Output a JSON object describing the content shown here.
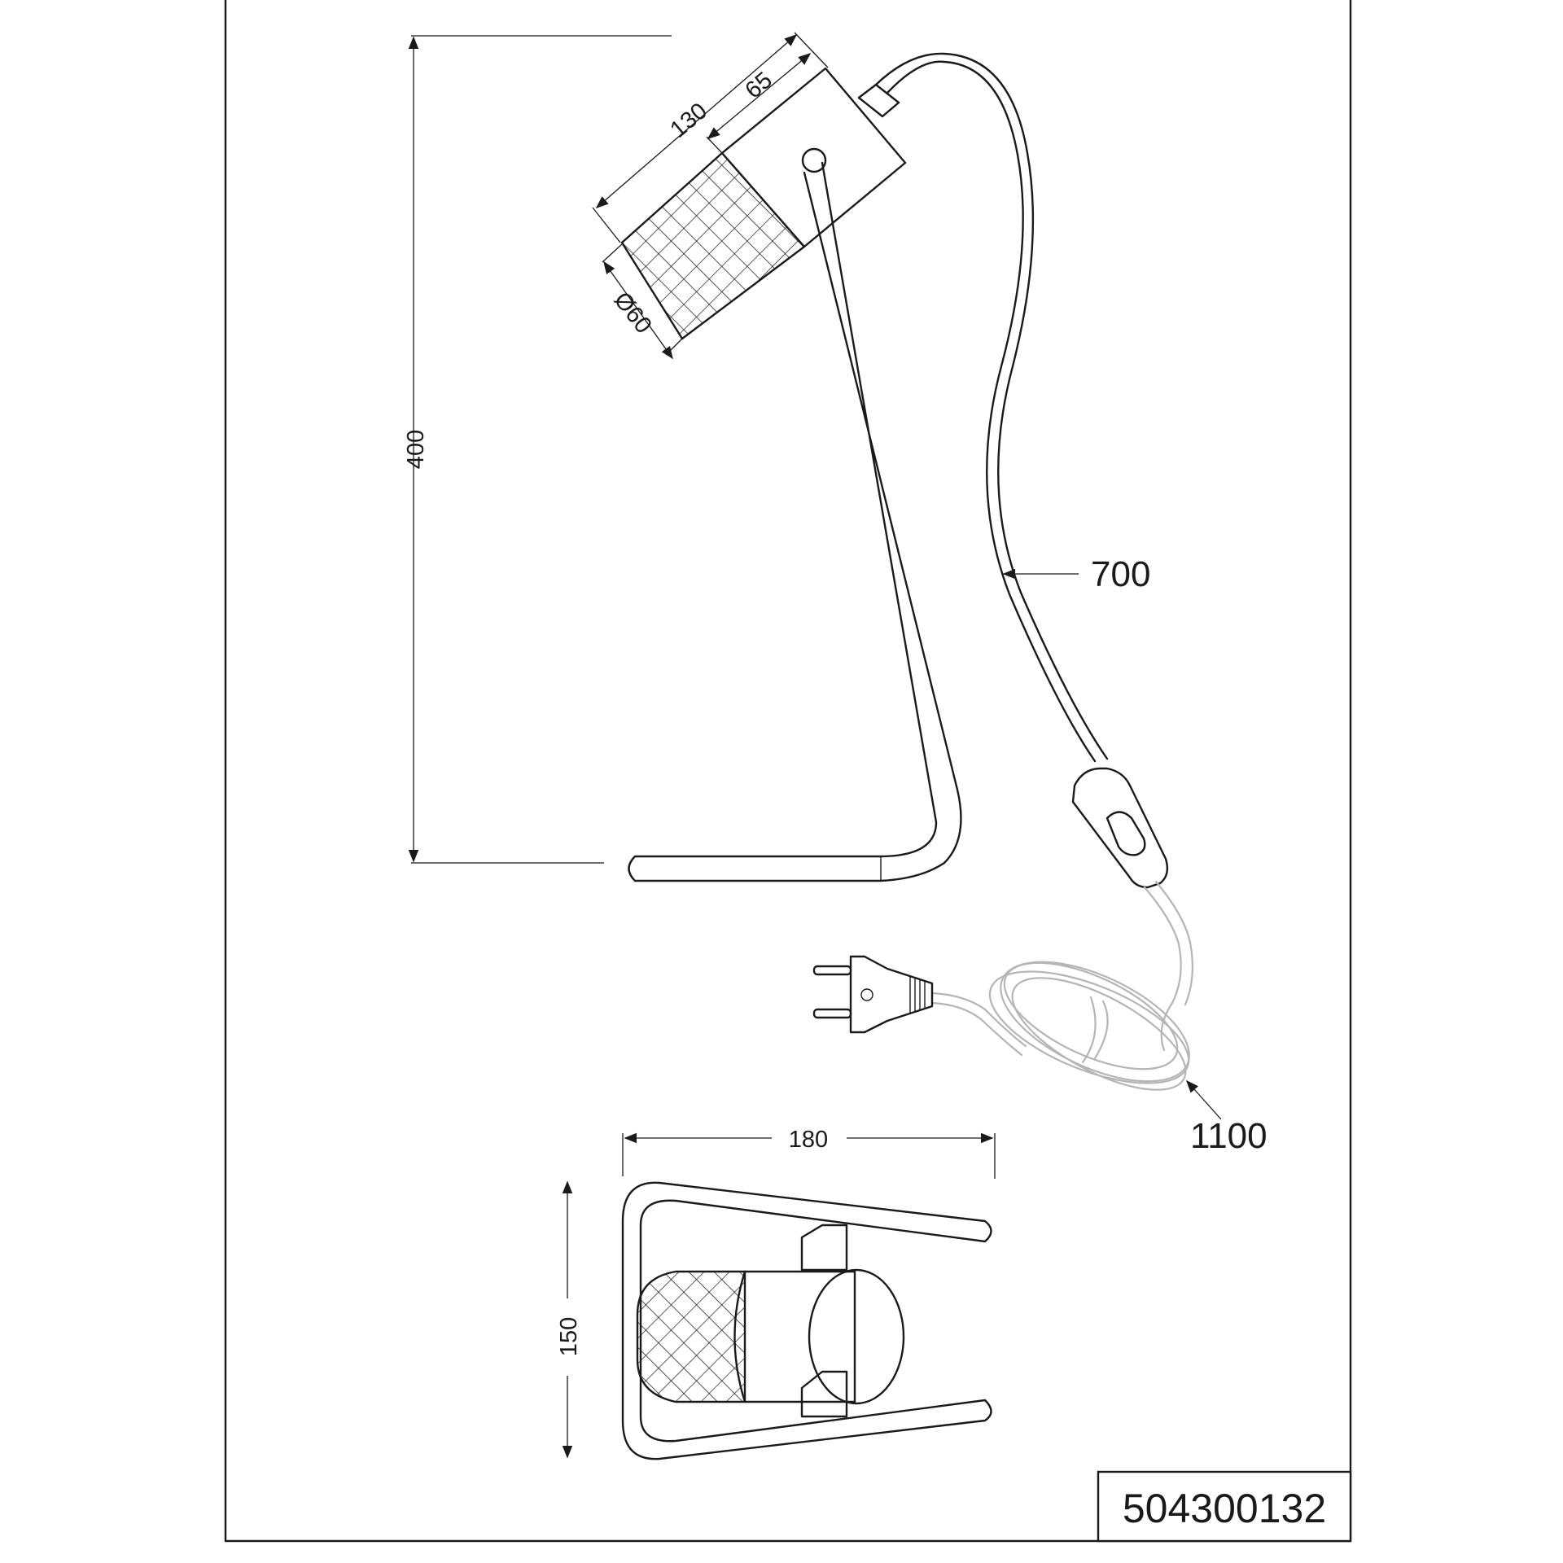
{
  "dimensions": {
    "height": "400",
    "shade_length": "130",
    "shade_body": "65",
    "shade_diameter": "Ø60",
    "cable_to_switch": "700",
    "cable_to_plug": "1100",
    "base_width": "180",
    "base_depth": "150"
  },
  "article_number": "504300132",
  "colors": {
    "line": "#1a1a1a",
    "cable_grey": "#b5b5b5",
    "background": "#ffffff"
  }
}
